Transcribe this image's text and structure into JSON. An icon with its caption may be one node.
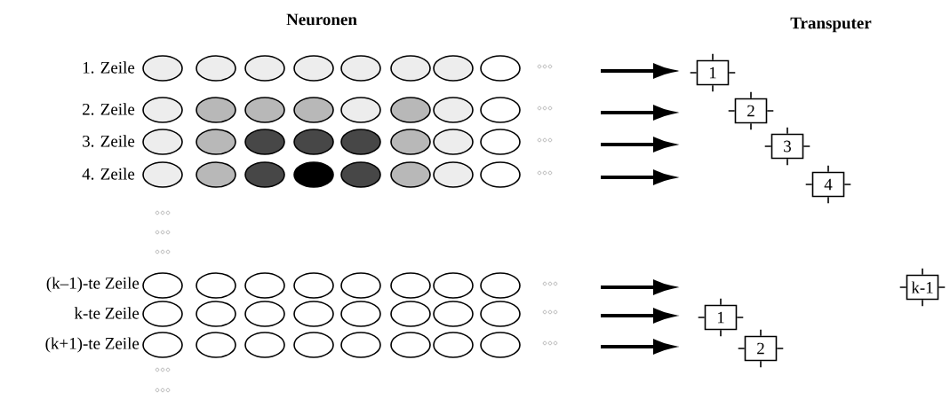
{
  "diagram": {
    "nodes": [
      {
        "text": [
          "1"
        ]
      },
      {
        "text": [
          "2"
        ]
      },
      {
        "text": [
          "3"
        ]
      },
      {
        "text": [
          "4"
        ]
      },
      {
        "text": [
          "k-1"
        ]
      },
      {
        "text": [
          "1"
        ]
      },
      {
        "text": [
          "2"
        ]
      }
    ],
    "labels": [
      "Neuronen",
      "Transputer",
      "1. Zeile",
      "2. Zeile",
      "3. Zeile",
      "4. Zeile",
      "(k–1)-te Zeile",
      "k-te Zeile",
      "(k+1)-te Zeile"
    ]
  }
}
